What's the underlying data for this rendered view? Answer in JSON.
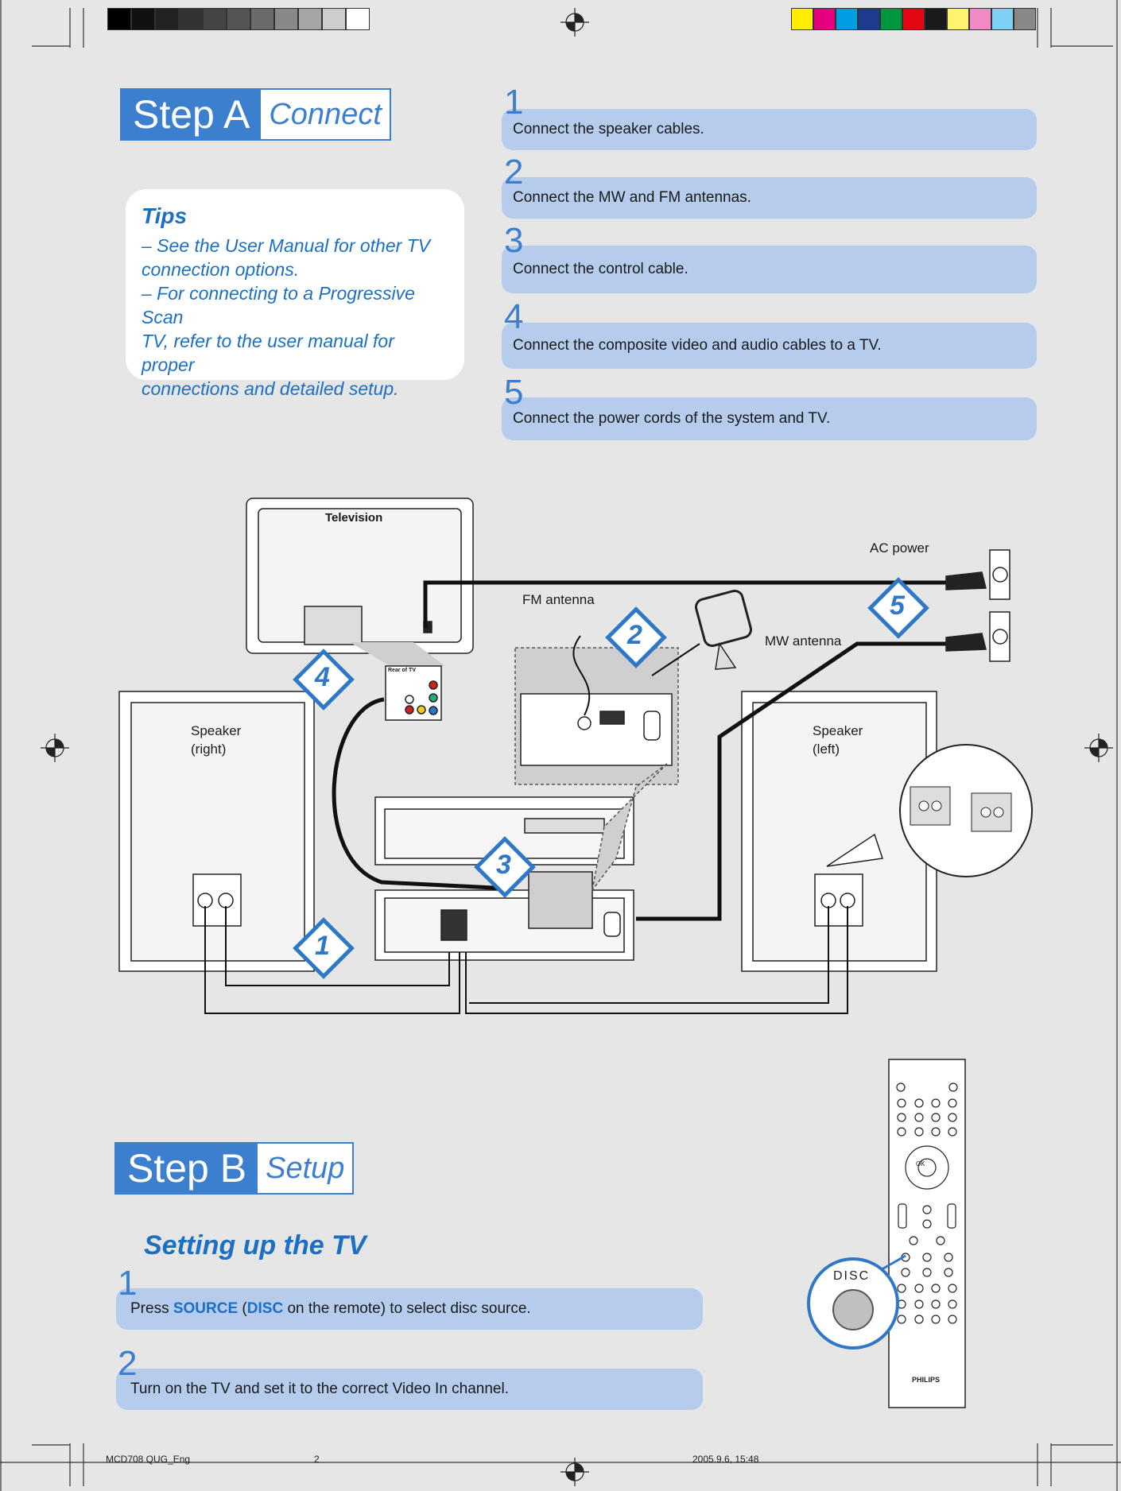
{
  "step_a": {
    "step": "Step A",
    "title": "Connect"
  },
  "tips": {
    "title": "Tips",
    "lines": [
      "–  See the User Manual for other TV",
      "connection options.",
      "–  For connecting to a Progressive Scan",
      "TV, refer to the user manual for proper",
      "connections and detailed setup."
    ]
  },
  "steps": [
    {
      "num": "1",
      "text": "Connect the speaker cables."
    },
    {
      "num": "2",
      "text": "Connect the MW and FM antennas."
    },
    {
      "num": "3",
      "text": "Connect the control cable."
    },
    {
      "num": "4",
      "text": "Connect the composite video and audio cables to a TV."
    },
    {
      "num": "5",
      "text": "Connect the power cords of the system and TV."
    }
  ],
  "diagram": {
    "television": "Television",
    "rear_of_tv": "Rear of TV",
    "ac_power": "AC power",
    "fm_antenna": "FM antenna",
    "mw_antenna": "MW antenna",
    "speaker_right": [
      "Speaker",
      "(right)"
    ],
    "speaker_left": [
      "Speaker",
      "(left)"
    ],
    "markers": [
      "1",
      "2",
      "3",
      "4",
      "5"
    ]
  },
  "step_b": {
    "step": "Step B",
    "title": "Setup"
  },
  "setting_up": "Setting up the TV",
  "setup_steps": [
    {
      "num": "1",
      "pre": "Press ",
      "source": "SOURCE",
      "mid": " (",
      "disc": "DISC",
      "post": " on the remote) to select disc source."
    },
    {
      "num": "2",
      "text": "Turn on the TV and set it to the correct Video In channel."
    }
  ],
  "remote": {
    "disc_label": "DISC",
    "brand": "PHILIPS",
    "ok": "OK"
  },
  "footer": {
    "file": "MCD708 QUG_Eng",
    "page": "2",
    "date": "2005.9.6, 15:48"
  },
  "colors": {
    "accent": "#3d7fcf",
    "bar": "#b5ccec",
    "background": "#e6e6e6"
  }
}
